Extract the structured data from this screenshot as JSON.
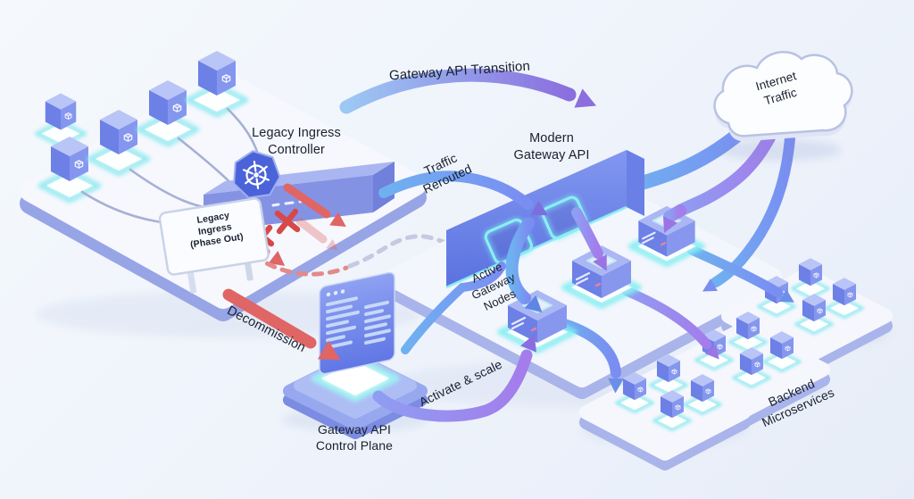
{
  "scene": {
    "transition_arrow": {
      "label": "Gateway API Transition"
    },
    "legacy": {
      "label": "Legacy Ingress\nController",
      "sign": "Legacy\nIngress\n(Phase Out)"
    },
    "rerouted_arrow": {
      "label": "Traffic\nRerouted"
    },
    "modern_gateway": {
      "label": "Modern\nGateway API"
    },
    "internet": {
      "label": "Internet\nTraffic"
    },
    "decommission_arrow": {
      "label": "Decommission"
    },
    "control_plane": {
      "label": "Gateway API\nControl Plane"
    },
    "activate_arrow": {
      "label": "Activate & scale"
    },
    "gateway_nodes": {
      "label": "Active\nGateway\nNodes"
    },
    "microservices": {
      "label": "Backend\nMicroservices"
    }
  },
  "colors": {
    "background_top": "#f5f9fd",
    "background_bottom": "#e7edf8",
    "label_text": "#19202f",
    "pipe_blue_start": "#6fb1f0",
    "pipe_blue_end": "#7a8df2",
    "pipe_purple_start": "#8f9df2",
    "pipe_purple_end": "#a47ceb",
    "transition_start": "#9cc8f4",
    "transition_end": "#8a6fde",
    "arrow_red": "#e06565",
    "cross_red": "#d84848",
    "glow_cyan": "#7deef2",
    "kubernetes_blue": "#4a63d8",
    "cube_blue": "#6d80e6",
    "platform_white": "#f5f7fd",
    "cloud_white": "#fcfdff"
  }
}
